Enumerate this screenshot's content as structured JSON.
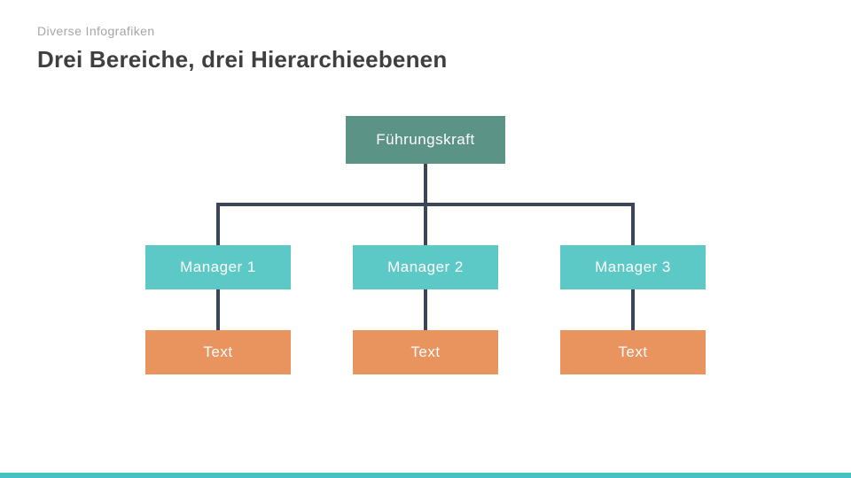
{
  "slide": {
    "eyebrow": "Diverse Infografiken",
    "title": "Drei Bereiche, drei Hierarchieebenen"
  },
  "org_chart": {
    "root": {
      "label": "Führungskraft",
      "level": 1
    },
    "managers": [
      {
        "label": "Manager 1",
        "level": 2
      },
      {
        "label": "Manager 2",
        "level": 2
      },
      {
        "label": "Manager 3",
        "level": 2
      }
    ],
    "leaves": [
      {
        "label": "Text",
        "level": 3
      },
      {
        "label": "Text",
        "level": 3
      },
      {
        "label": "Text",
        "level": 3
      }
    ]
  },
  "colors": {
    "root_box": "#5b9387",
    "manager_box": "#5cc9c6",
    "leaf_box": "#e9935e",
    "connector": "#3a4656",
    "title_text": "#3f3f3f",
    "eyebrow_text": "#a6a6a6",
    "footer_bar": "#45c2c1",
    "background": "#ffffff"
  }
}
